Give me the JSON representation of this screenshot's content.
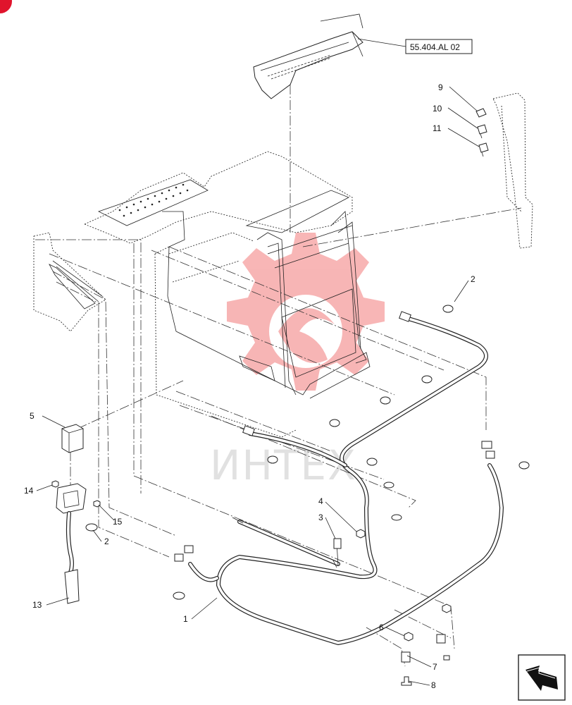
{
  "reference_code": "55.404.AL 02",
  "watermark_text": "ИНТЕХ",
  "colors": {
    "watermark": "#f27a7a",
    "corner_mark": "#e0142c",
    "line": "#222222"
  },
  "callouts": [
    {
      "id": "c1",
      "label": "1"
    },
    {
      "id": "c2a",
      "label": "2"
    },
    {
      "id": "c2b",
      "label": "2"
    },
    {
      "id": "c3",
      "label": "3"
    },
    {
      "id": "c4",
      "label": "4"
    },
    {
      "id": "c5",
      "label": "5"
    },
    {
      "id": "c6",
      "label": "6"
    },
    {
      "id": "c7",
      "label": "7"
    },
    {
      "id": "c8",
      "label": "8"
    },
    {
      "id": "c9",
      "label": "9"
    },
    {
      "id": "c10",
      "label": "10"
    },
    {
      "id": "c11",
      "label": "11"
    },
    {
      "id": "c13",
      "label": "13"
    },
    {
      "id": "c14",
      "label": "14"
    },
    {
      "id": "c15",
      "label": "15"
    }
  ],
  "icons": {
    "corner": "corner-mark-icon",
    "nav": "previous-page-arrow-icon"
  }
}
